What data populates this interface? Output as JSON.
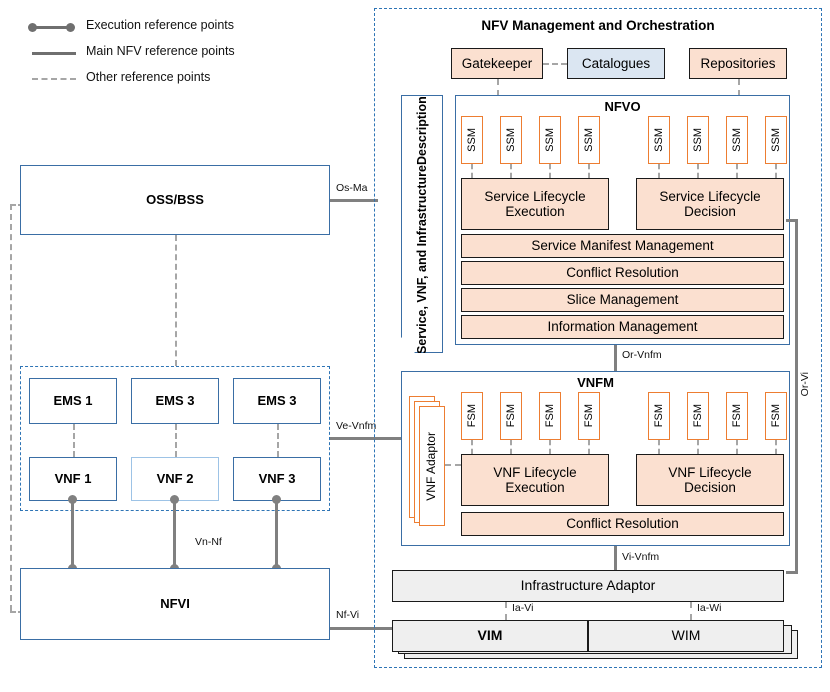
{
  "legend": {
    "items": [
      {
        "id": "execution-reference-points",
        "label": "Execution reference points",
        "style": "line-with-dots"
      },
      {
        "id": "main-nfv-reference-points",
        "label": "Main NFV reference points",
        "style": "solid-line"
      },
      {
        "id": "other-reference-points",
        "label": "Other reference points",
        "style": "dashed-line"
      }
    ]
  },
  "mano": {
    "title": "NFV Management and Orchestration",
    "top_blocks": [
      {
        "id": "gatekeeper",
        "label": "Gatekeeper",
        "color": "#fbe0d0"
      },
      {
        "id": "catalogues",
        "label": "Catalogues",
        "color": "#dbe6f2"
      },
      {
        "id": "repositories",
        "label": "Repositories",
        "color": "#fbe0d0"
      }
    ],
    "description_panel": {
      "line1": "Service, VNF, and Infrastructure",
      "line2": "Description"
    },
    "nfvo": {
      "title": "NFVO",
      "ssm_label": "SSM",
      "ssm_count_left": 4,
      "ssm_count_right": 4,
      "left_block": "Service Lifecycle Execution",
      "left_block_l1": "Service Lifecycle",
      "left_block_l2": "Execution",
      "right_block_l1": "Service Lifecycle",
      "right_block_l2": "Decision",
      "rows": [
        "Service Manifest Management",
        "Conflict Resolution",
        "Slice Management",
        "Information Management"
      ]
    },
    "vnfm": {
      "title": "VNFM",
      "fsm_label": "FSM",
      "fsm_count_left": 4,
      "fsm_count_right": 4,
      "adaptor_label": "VNF Adaptor",
      "left_block_l1": "VNF Lifecycle",
      "left_block_l2": "Execution",
      "right_block_l1": "VNF Lifecycle",
      "right_block_l2": "Decision",
      "rows": [
        "Conflict Resolution"
      ]
    },
    "infrastructure_adaptor": "Infrastructure Adaptor",
    "vim": "VIM",
    "wim": "WIM"
  },
  "left": {
    "oss_bss": "OSS/BSS",
    "ems": [
      "EMS 1",
      "EMS 3",
      "EMS 3"
    ],
    "vnf": [
      "VNF 1",
      "VNF 2",
      "VNF 3"
    ],
    "nfvi": "NFVI"
  },
  "reference_points": {
    "os_ma": "Os-Ma",
    "ve_vnfm": "Ve-Vnfm",
    "vn_nf": "Vn-Nf",
    "nf_vi": "Nf-Vi",
    "or_vnfm": "Or-Vnfm",
    "vi_vnfm": "Vi-Vnfm",
    "or_vi": "Or-Vi",
    "ia_vi": "Ia-Vi",
    "ia_wi": "Ia-Wi"
  },
  "colors": {
    "peach": "#fbe0d0",
    "lightblue": "#dbe6f2",
    "grey": "#efefef",
    "orange_border": "#ed7d31",
    "blue_border": "#3a6ea5",
    "dashed_blue": "#2e74b5",
    "connector_grey": "#808080"
  }
}
